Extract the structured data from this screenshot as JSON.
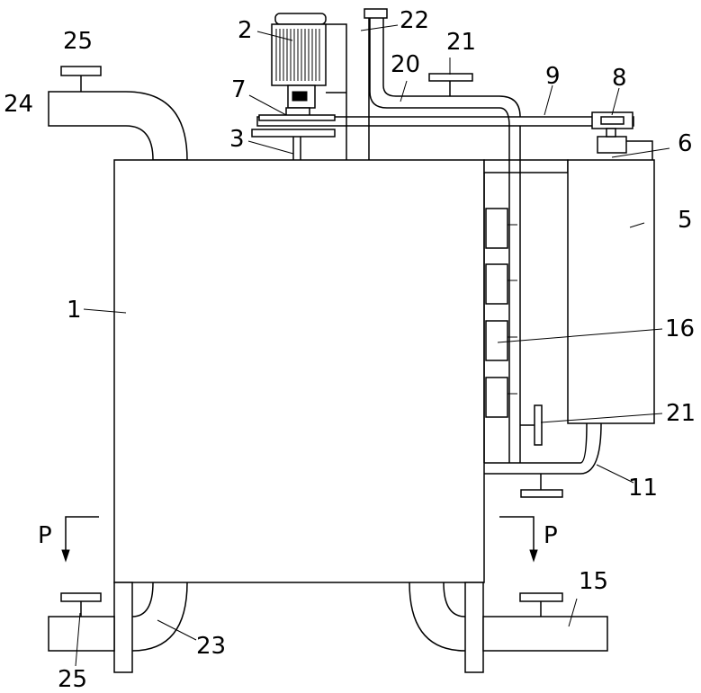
{
  "labels": {
    "l1": "1",
    "l2": "2",
    "l3": "3",
    "l5": "5",
    "l6": "6",
    "l7": "7",
    "l8": "8",
    "l9": "9",
    "l11": "11",
    "l15": "15",
    "l16": "16",
    "l20": "20",
    "l21a": "21",
    "l21b": "21",
    "l22": "22",
    "l23": "23",
    "l24": "24",
    "l25a": "25",
    "l25b": "25",
    "pLeft": "P",
    "pRight": "P"
  },
  "colors": {
    "stroke": "#000000",
    "background": "#ffffff"
  }
}
